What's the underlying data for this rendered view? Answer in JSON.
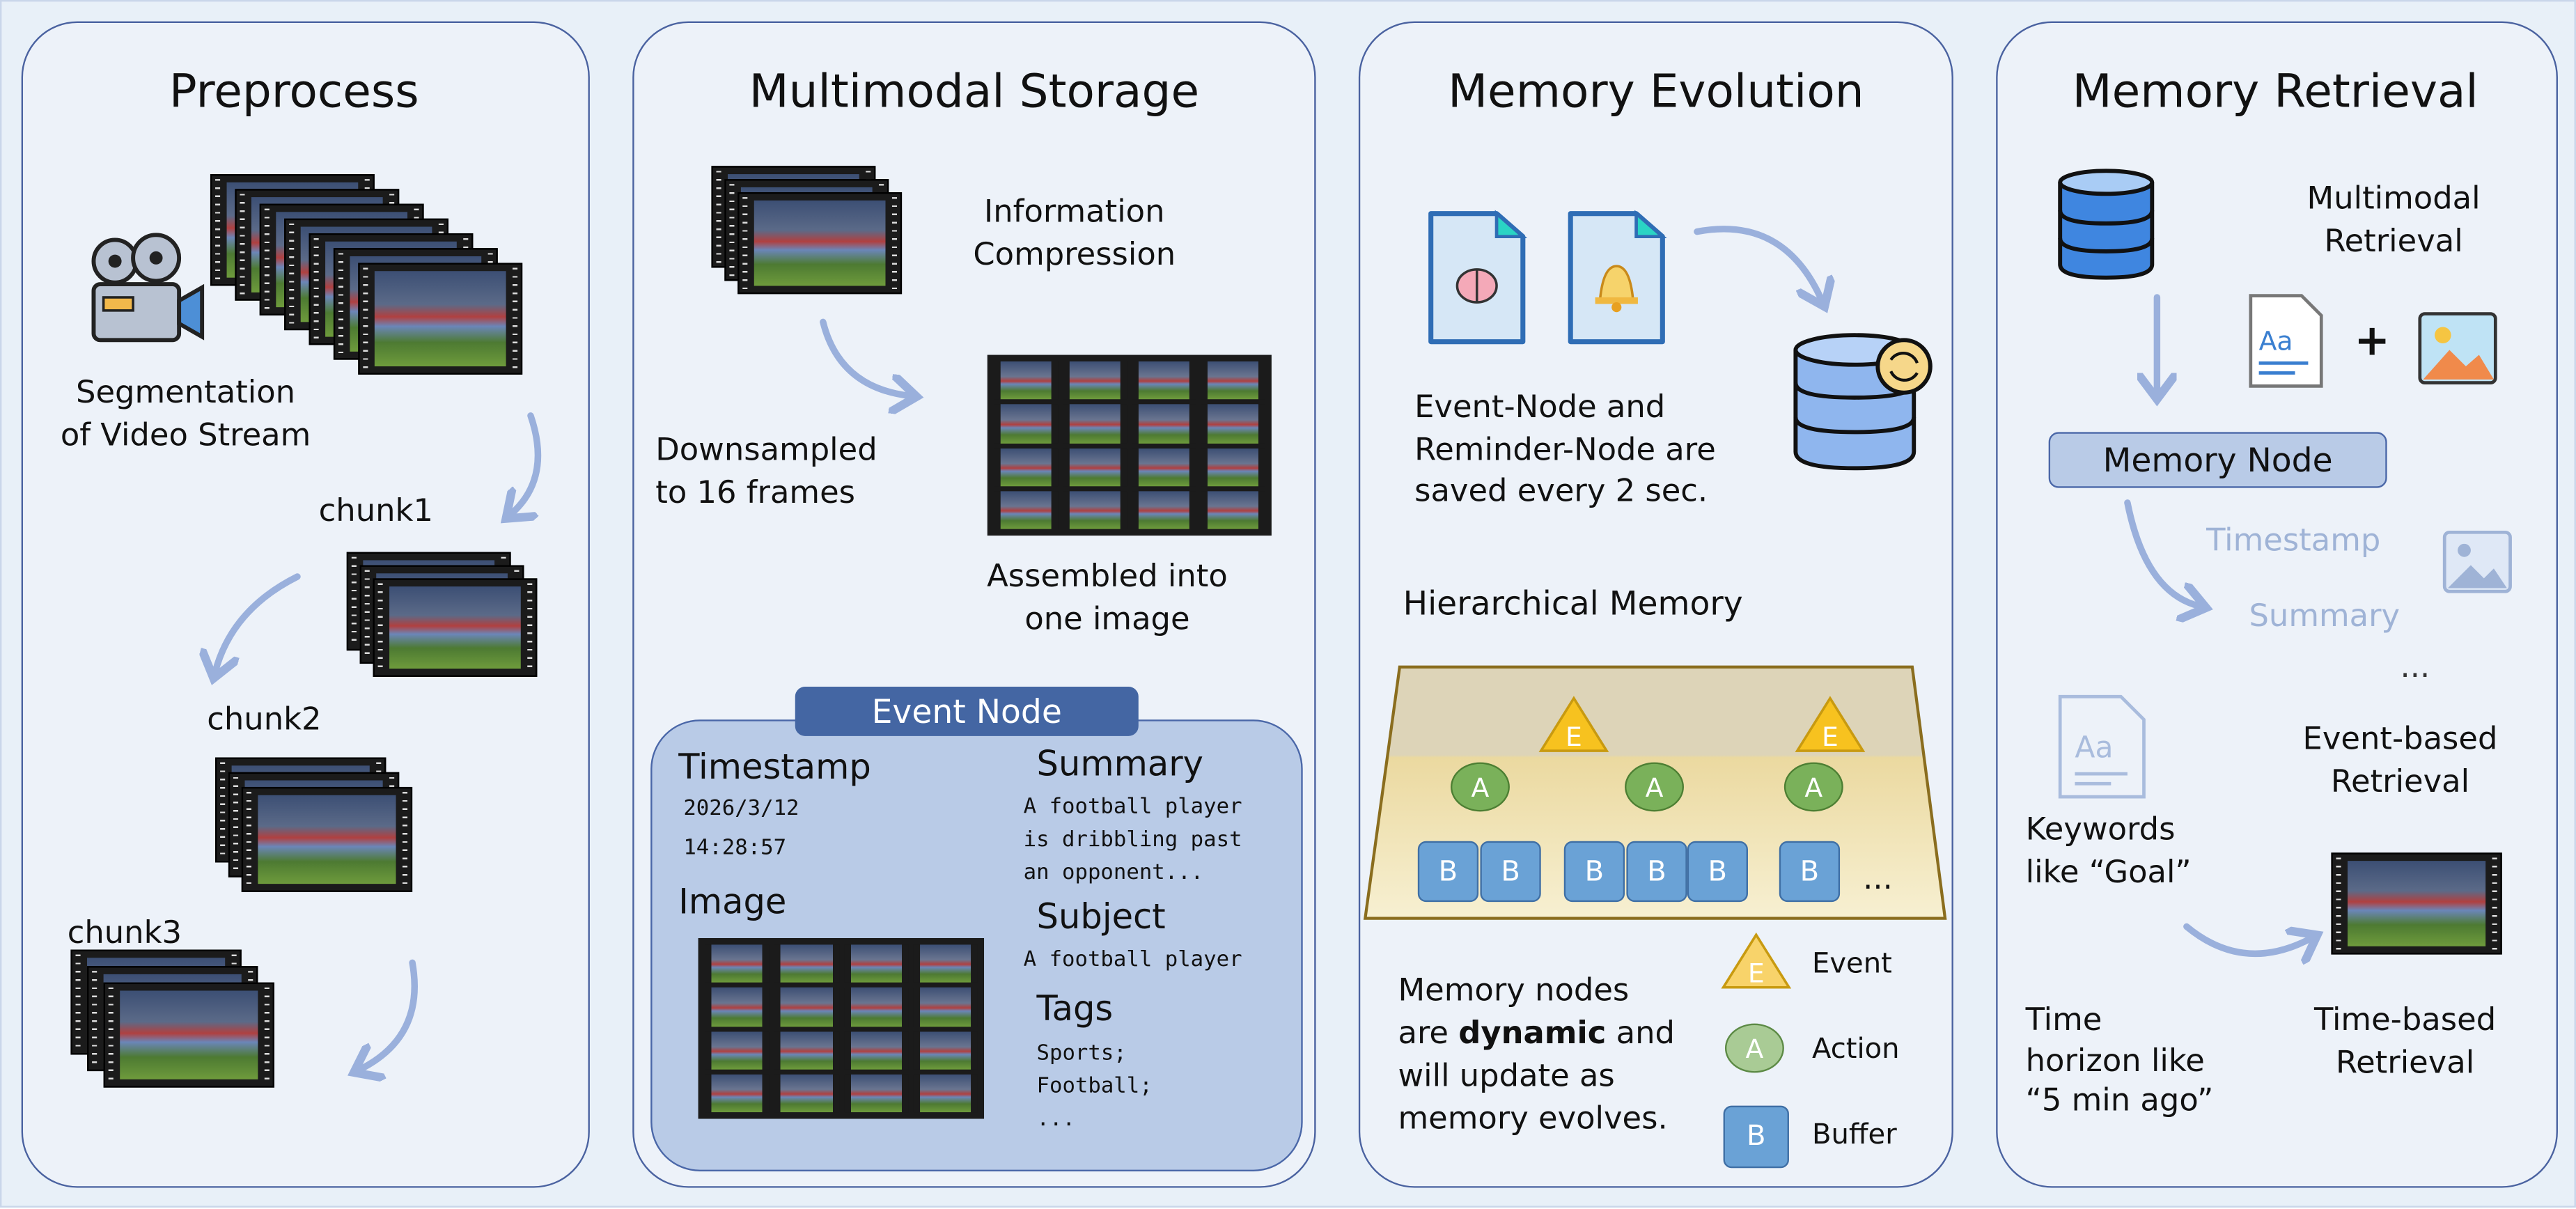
{
  "colors": {
    "panel_border": "#4a62a0",
    "panel_fill": "#edf2f9",
    "node_fill": "#b9cbe7",
    "node_header": "#4466a3",
    "arrow": "#9ab0dc",
    "event": "#f7c21f",
    "action": "#7ab15a",
    "buffer": "#6aa2d6"
  },
  "preprocess": {
    "title": "Preprocess",
    "segmentation": [
      "Segmentation",
      "of Video Stream"
    ],
    "chunks": [
      "chunk1",
      "chunk2",
      "chunk3"
    ],
    "icons": [
      "video-camera-icon",
      "film-frames-icon"
    ]
  },
  "storage": {
    "title": "Multimodal Storage",
    "compression": [
      "Information",
      "Compression"
    ],
    "downsampled": [
      "Downsampled",
      "to 16 frames"
    ],
    "assembled": [
      "Assembled into",
      "one image"
    ],
    "event_node": {
      "header": "Event Node",
      "timestamp_label": "Timestamp",
      "date": "2026/3/12",
      "time": "14:28:57",
      "image_label": "Image",
      "summary_label": "Summary",
      "summary": [
        "A football player",
        "is dribbling past",
        "an opponent..."
      ],
      "subject_label": "Subject",
      "subject": "A football player",
      "tags_label": "Tags",
      "tags": [
        "Sports;",
        "Football;",
        "..."
      ]
    }
  },
  "evolution": {
    "title": "Memory Evolution",
    "saved": [
      "Event-Node and",
      "Reminder-Node are",
      "saved every 2 sec."
    ],
    "hierarchical": "Hierarchical Memory",
    "event_letter": "E",
    "action_letter": "A",
    "buffer_letter": "B",
    "ellipsis": "...",
    "note": {
      "l1": "Memory nodes",
      "l2a": "are ",
      "l2b": "dynamic",
      "l2c": " and",
      "l3": "will update as",
      "l4": "memory evolves."
    },
    "legend": {
      "event": "Event",
      "action": "Action",
      "buffer": "Buffer"
    },
    "icons": [
      "brain-document-icon",
      "bell-document-icon",
      "database-sync-icon"
    ]
  },
  "retrieval": {
    "title": "Memory Retrieval",
    "multimodal": [
      "Multimodal",
      "Retrieval"
    ],
    "plus": "+",
    "memory_node": "Memory Node",
    "timestamp": "Timestamp",
    "summary": "Summary",
    "ellipsis": "...",
    "event_based": [
      "Event-based",
      "Retrieval"
    ],
    "keywords": [
      "Keywords",
      "like “Goal”"
    ],
    "time_horizon": [
      "Time",
      "horizon like",
      "“5 min ago”"
    ],
    "time_based": [
      "Time-based",
      "Retrieval"
    ]
  }
}
